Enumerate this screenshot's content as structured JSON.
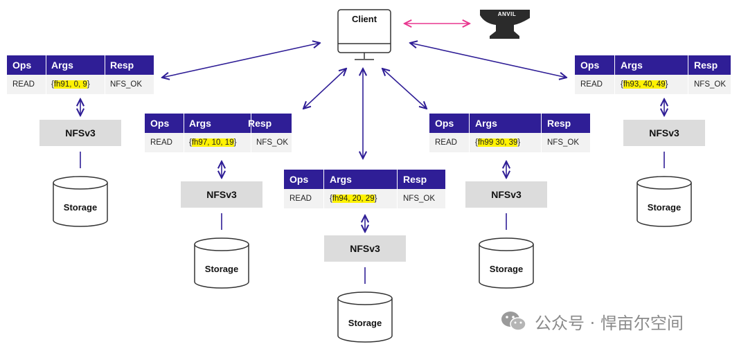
{
  "client": {
    "label": "Client"
  },
  "anvil": {
    "label": "ANVIL"
  },
  "table_headers": {
    "ops": "Ops",
    "args": "Args",
    "resp": "Resp"
  },
  "nodes": [
    {
      "op": "READ",
      "args_open": "{",
      "args_value": "fh91, 0, 9",
      "args_close": "}",
      "resp": "NFS_OK",
      "server": "NFSv3",
      "storage": "Storage"
    },
    {
      "op": "READ",
      "args_open": "{",
      "args_value": "fh97, 10, 19",
      "args_close": "}",
      "resp": "NFS_OK",
      "server": "NFSv3",
      "storage": "Storage"
    },
    {
      "op": "READ",
      "args_open": "{",
      "args_value": "fh94, 20, 29",
      "args_close": "}",
      "resp": "NFS_OK",
      "server": "NFSv3",
      "storage": "Storage"
    },
    {
      "op": "READ",
      "args_open": "{",
      "args_value": "fh99 30, 39",
      "args_close": "}",
      "resp": "NFS_OK",
      "server": "NFSv3",
      "storage": "Storage"
    },
    {
      "op": "READ",
      "args_open": "{",
      "args_value": "fh93, 40, 49",
      "args_close": "}",
      "resp": "NFS_OK",
      "server": "NFSv3",
      "storage": "Storage"
    }
  ],
  "watermark": {
    "text": "公众号 · 悍亩尔空间"
  },
  "colors": {
    "header": "#2f1e96",
    "arrow": "#2f1e96",
    "pink_arrow": "#e8368f",
    "highlight": "#fff200",
    "nfs_box": "#dcdcdc",
    "row_bg": "#f2f2f2"
  }
}
